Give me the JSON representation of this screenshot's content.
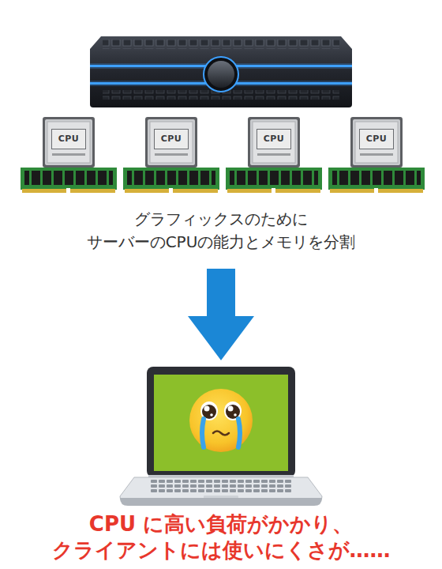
{
  "diagram": {
    "caption": "CPU に高い負荷がかかり、 クライアントには使いにくさが……",
    "nodes": [
      {
        "text": [
          "CPU"
        ]
      },
      {
        "text": [
          "CPU"
        ]
      },
      {
        "text": [
          "CPU"
        ]
      },
      {
        "text": [
          "CPU"
        ]
      }
    ],
    "labels": [
      "グラフィックスのために サーバーのCPUの能力とメモリを分割"
    ]
  }
}
